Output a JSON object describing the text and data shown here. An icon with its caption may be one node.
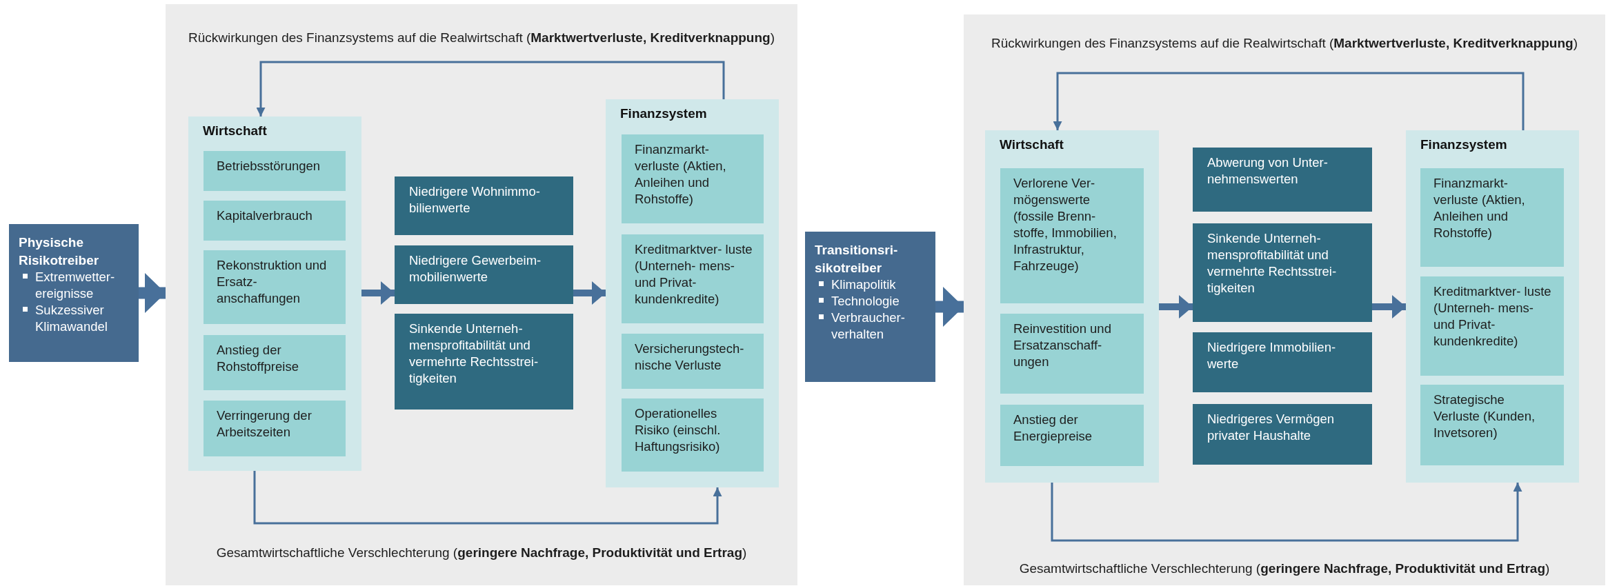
{
  "diagram": {
    "nodes": [
      {
        "text": [
          "Physische Risikotreiber",
          "Extremwetter- ereignisse",
          "Sukzessiver Klimawandel"
        ]
      },
      {
        "text": [
          "Rückwirkungen des Finanzsystems auf die Realwirtschaft (**Marktwertverluste, Kreditverknappung**)",
          "Gesamtwirtschaftliche Verschlechterung (**geringere Nachfrage, Produktivität und Ertrag**)"
        ]
      },
      {
        "text": [
          "Wirtschaft"
        ],
        "in": 1
      },
      {
        "text": [
          "Betriebsstörungen"
        ],
        "in": 2
      },
      {
        "text": [
          "Kapitalverbrauch"
        ],
        "in": 2
      },
      {
        "text": [
          "Rekonstruktion und Ersatz- anschaffungen"
        ],
        "in": 2
      },
      {
        "text": [
          "Anstieg der Rohstoffpreise"
        ],
        "in": 2
      },
      {
        "text": [
          "Verringerung der Arbeitszeiten"
        ],
        "in": 2
      },
      {
        "text": [
          "Niedrigere Wohnimmo- bilienwerte"
        ],
        "in": 1
      },
      {
        "text": [
          "Niedrigere Gewerbeim- mobilienwerte"
        ],
        "in": 1
      },
      {
        "text": [
          "Sinkende Unterneh- mensprofitabilität und vermehrte Rechtsstrei- tigkeiten"
        ],
        "in": 1
      },
      {
        "text": [
          "Finanzsystem"
        ],
        "in": 1
      },
      {
        "text": [
          "Finanzmarkt- verluste (Aktien, Anleihen und Rohstoffe)"
        ],
        "in": 11
      },
      {
        "text": [
          "Kreditmarktver- luste (Unterneh- mens- und Privat- kundenkredite)"
        ],
        "in": 11
      },
      {
        "text": [
          "Versicherungstech- nische Verluste"
        ],
        "in": 11
      },
      {
        "text": [
          "Operationelles Risiko (einschl. Haftungsrisiko)"
        ],
        "in": 11
      },
      {
        "text": [
          "Transitionsri- sikotreiber",
          "Klimapolitik",
          "Technologie",
          "Verbraucher- verhalten"
        ]
      },
      {
        "text": [
          "Rückwirkungen des Finanzsystems auf die Realwirtschaft (**Marktwertverluste, Kreditverknappung**)",
          "Gesamtwirtschaftliche Verschlechterung (**geringere Nachfrage, Produktivität und Ertrag**)"
        ]
      },
      {
        "text": [
          "Wirtschaft"
        ],
        "in": 17
      },
      {
        "text": [
          "Verlorene Ver- mögenswerte (fossile Brenn- stoffe, Immobilien, Infrastruktur, Fahrzeuge)"
        ],
        "in": 18
      },
      {
        "text": [
          "Reinvestition und Ersatzanschaff- ungen"
        ],
        "in": 18
      },
      {
        "text": [
          "Anstieg der Energiepreise"
        ],
        "in": 18
      },
      {
        "text": [
          "Abwerung von Unter- nehmenswerten"
        ],
        "in": 17
      },
      {
        "text": [
          "Sinkende Unterneh- mensprofitabilität und vermehrte Rechtsstrei- tigkeiten"
        ],
        "in": 17
      },
      {
        "text": [
          "Niedrigere Immobilien- werte"
        ],
        "in": 17
      },
      {
        "text": [
          "Niedrigeres Vermögen privater Haushalte"
        ],
        "in": 17
      },
      {
        "text": [
          "Finanzsystem"
        ],
        "in": 17
      },
      {
        "text": [
          "Finanzmarkt- verluste (Aktien, Anleihen und Rohstoffe)"
        ],
        "in": 26
      },
      {
        "text": [
          "Kreditmarktver- luste (Unterneh- mens- und Privat- kundenkredite)"
        ],
        "in": 26
      },
      {
        "text": [
          "Strategische Verluste (Kunden, Invetsoren)"
        ],
        "in": 26
      }
    ],
    "edges": [
      {
        "from": 0,
        "to": 1,
        "arrow": "to"
      },
      {
        "from": 2,
        "to": 9,
        "arrow": "to"
      },
      {
        "from": 9,
        "to": 11,
        "arrow": "to"
      },
      {
        "from": 11,
        "to": 2,
        "arrow": "to"
      },
      {
        "from": 2,
        "to": 11,
        "arrow": "to"
      },
      {
        "from": 16,
        "to": 17,
        "arrow": "to"
      },
      {
        "from": 18,
        "to": 23,
        "arrow": "to"
      },
      {
        "from": 23,
        "to": 26,
        "arrow": "to"
      },
      {
        "from": 26,
        "to": 18,
        "arrow": "to"
      },
      {
        "from": 18,
        "to": 26,
        "arrow": "to"
      }
    ]
  }
}
